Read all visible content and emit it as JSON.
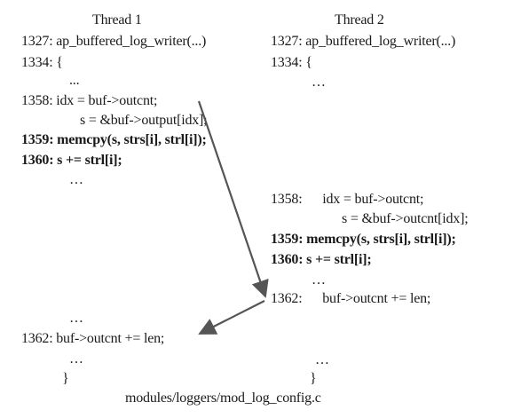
{
  "headers": {
    "thread1": "Thread 1",
    "thread2": "Thread 2"
  },
  "thread1": {
    "l1327": "1327: ap_buffered_log_writer(...)",
    "l1334": "1334: {",
    "dots1": "...",
    "l1358a": "1358: idx = buf->outcnt;",
    "l1358b": "s = &buf->output[idx];",
    "l1359": "1359: memcpy(s, strs[i], strl[i]);",
    "l1360": "1360: s += strl[i];",
    "dots2": "…",
    "dots3": "…",
    "l1362": "1362: buf->outcnt += len;",
    "dots4": "…",
    "close": "}"
  },
  "thread2": {
    "l1327": "1327: ap_buffered_log_writer(...)",
    "l1334": "1334: {",
    "dots1": "…",
    "l1358a": "1358:      idx = buf->outcnt;",
    "l1358b": "s = &buf->outcnt[idx];",
    "l1359": "1359: memcpy(s, strs[i], strl[i]);",
    "l1360": "1360: s += strl[i];",
    "dots2": "…",
    "l1362": "1362:      buf->outcnt += len;",
    "dots3": "…",
    "close": "}"
  },
  "caption": "modules/loggers/mod_log_config.c",
  "colors": {
    "arrow": "#555555",
    "text": "#1a1a1a"
  }
}
